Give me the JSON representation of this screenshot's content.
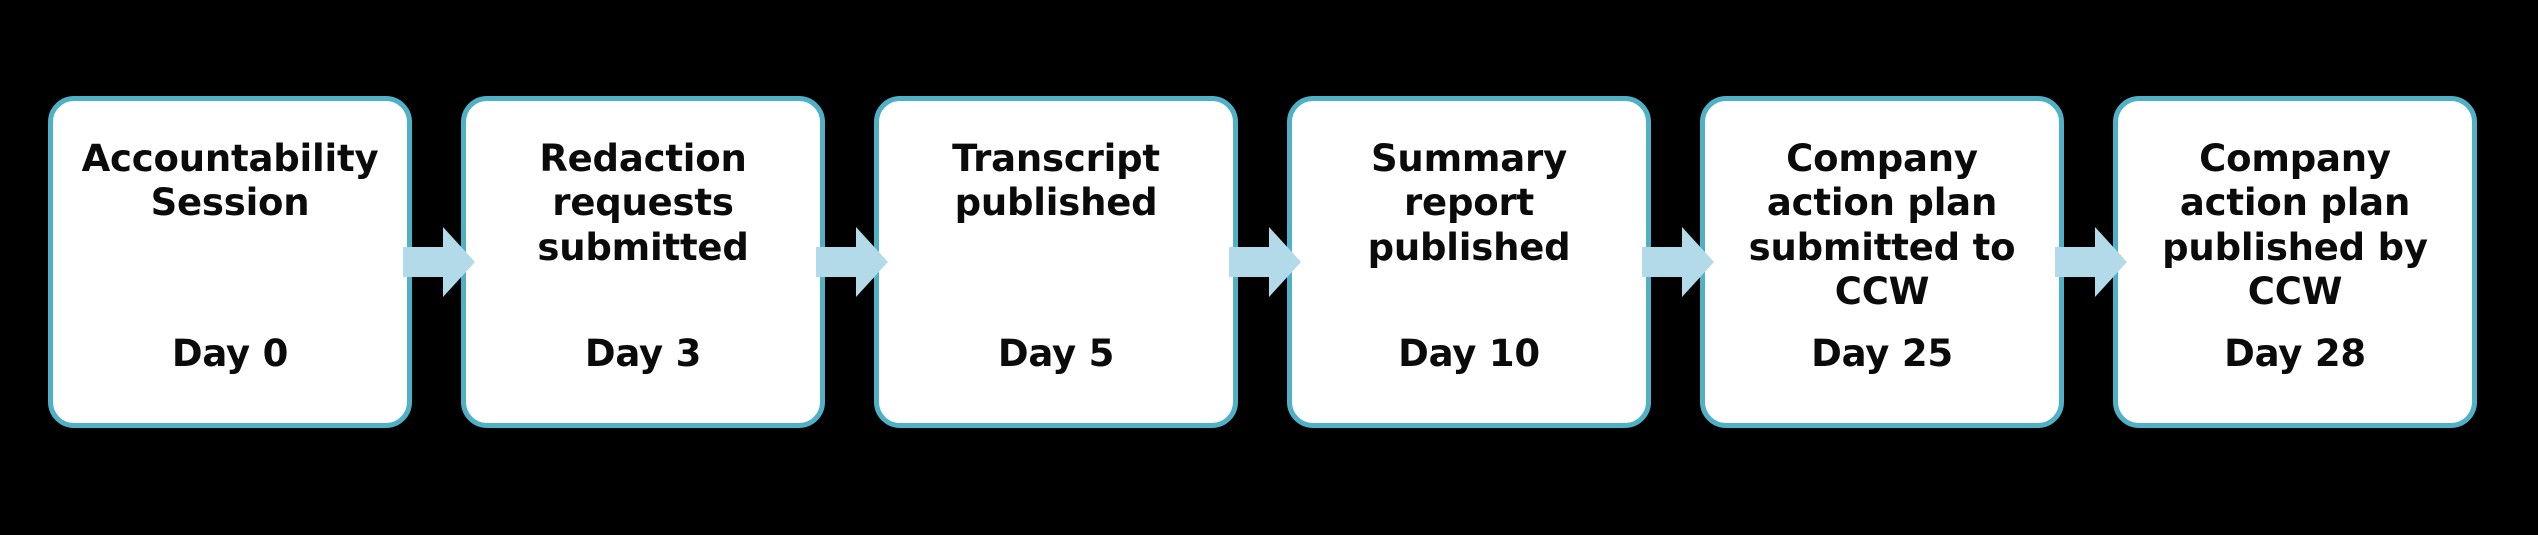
{
  "background_color": "#000000",
  "theme": {
    "card_fill": "#ffffff",
    "card_border": "#4fb0c6",
    "arrow_fill": "#b3dae8",
    "text_color": "#0b0b0b"
  },
  "flow": {
    "type": "process-timeline",
    "direction": "left-to-right",
    "step_count": 6,
    "connector_icon": "right-arrow-icon",
    "steps": [
      {
        "title": "Accountability\nSession",
        "day": "Day 0"
      },
      {
        "title": "Redaction\nrequests\nsubmitted",
        "day": "Day 3"
      },
      {
        "title": "Transcript\npublished",
        "day": "Day 5"
      },
      {
        "title": "Summary\nreport\npublished",
        "day": "Day 10"
      },
      {
        "title": "Company\naction plan\nsubmitted to\nCCW",
        "day": "Day 25"
      },
      {
        "title": "Company\naction plan\npublished by\nCCW",
        "day": "Day 28"
      }
    ],
    "connectors": [
      {
        "from": "Accountability Session",
        "to": "Redaction requests submitted"
      },
      {
        "from": "Redaction requests submitted",
        "to": "Transcript published"
      },
      {
        "from": "Transcript published",
        "to": "Summary report published"
      },
      {
        "from": "Summary report published",
        "to": "Company action plan submitted to CCW"
      },
      {
        "from": "Company action plan submitted to CCW",
        "to": "Company action plan published by CCW"
      }
    ]
  }
}
